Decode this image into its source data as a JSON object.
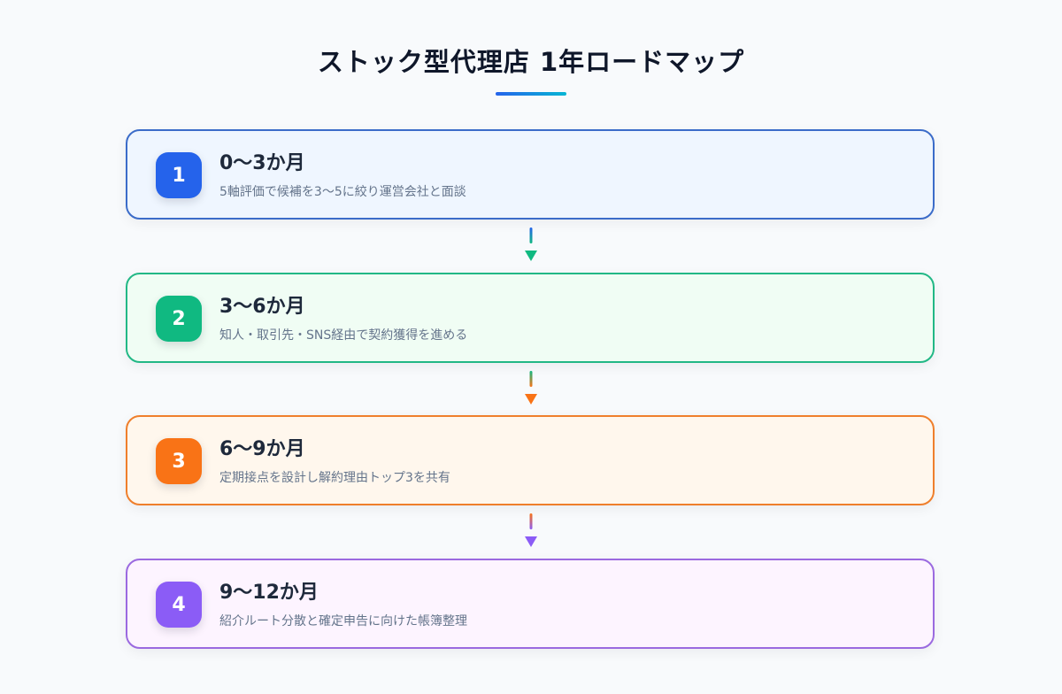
{
  "title": "ストック型代理店 1年ロードマップ",
  "steps": [
    {
      "number": "1",
      "heading": "0〜3か月",
      "description": "5軸評価で候補を3〜5に絞り運営会社と面談",
      "accent": "#2563eb",
      "border": "#3b6cc9",
      "background": "#eff6ff"
    },
    {
      "number": "2",
      "heading": "3〜6か月",
      "description": "知人・取引先・SNS経由で契約獲得を進める",
      "accent": "#10b981",
      "border": "#22b886",
      "background": "#f0fdf4"
    },
    {
      "number": "3",
      "heading": "6〜9か月",
      "description": "定期接点を設計し解約理由トップ3を共有",
      "accent": "#f97316",
      "border": "#ef7f2c",
      "background": "#fff7ed"
    },
    {
      "number": "4",
      "heading": "9〜12か月",
      "description": "紹介ルート分散と確定申告に向けた帳簿整理",
      "accent": "#8b5cf6",
      "border": "#9b6ae0",
      "background": "#fdf4ff"
    }
  ],
  "connectors": [
    {
      "from_color": "#2563eb",
      "to_color": "#10b981"
    },
    {
      "from_color": "#10b981",
      "to_color": "#f97316"
    },
    {
      "from_color": "#f97316",
      "to_color": "#8b5cf6"
    }
  ]
}
